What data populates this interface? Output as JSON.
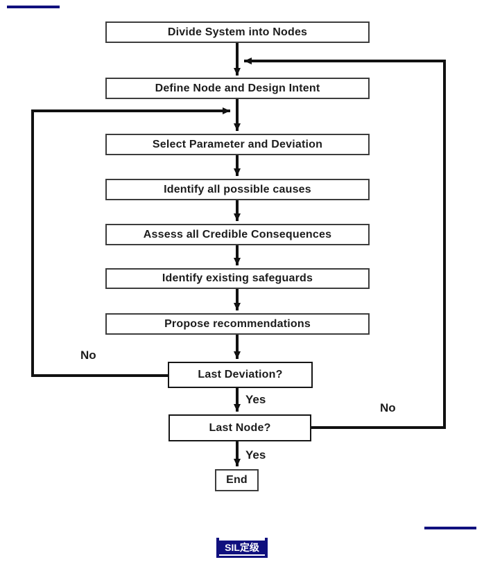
{
  "page": {
    "background": "#ffffff",
    "accent_navy": "#10107e"
  },
  "flowchart": {
    "nodes": [
      {
        "id": "divide-system",
        "label": "Divide System into Nodes"
      },
      {
        "id": "define-node",
        "label": "Define Node and Design Intent"
      },
      {
        "id": "select-param",
        "label": "Select Parameter and Deviation"
      },
      {
        "id": "identify-causes",
        "label": "Identify all possible causes"
      },
      {
        "id": "assess-conseq",
        "label": "Assess all Credible Consequences"
      },
      {
        "id": "identify-safe",
        "label": "Identify existing safeguards"
      },
      {
        "id": "propose-rec",
        "label": "Propose recommendations"
      },
      {
        "id": "last-deviation",
        "label": "Last Deviation?"
      },
      {
        "id": "last-node",
        "label": "Last Node?"
      },
      {
        "id": "end",
        "label": "End"
      }
    ],
    "edge_labels": [
      {
        "id": "no-left",
        "text": "No"
      },
      {
        "id": "yes-deviation",
        "text": "Yes"
      },
      {
        "id": "no-right",
        "text": "No"
      },
      {
        "id": "yes-node",
        "text": "Yes"
      }
    ],
    "line_color": "#111111",
    "box_border_color": "#3c3c3c"
  },
  "footer_badge": {
    "text": "SIL定级",
    "background": "#10107e",
    "text_color": "#ffffff"
  }
}
